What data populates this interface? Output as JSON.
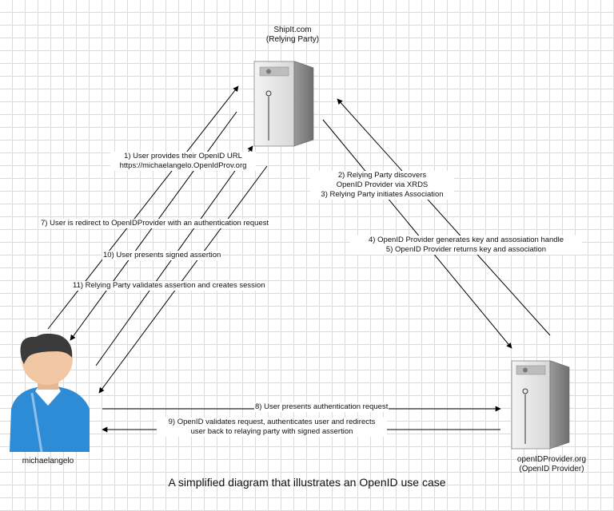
{
  "nodes": {
    "relying_party": {
      "name": "ShipIt.com",
      "role": "(Relying Party)"
    },
    "user": {
      "name": "michaelangelo"
    },
    "provider": {
      "name": "openIDProvider.org",
      "role": "(OpenID Provider)"
    }
  },
  "messages": {
    "m1": "1) User provides their OpenID URL",
    "m1b": "https://michaelangelo.OpenIdProv.org",
    "m2": "2) Relying Party discovers",
    "m2b": "OpenID Provider via XRDS",
    "m3": "3) Relying Party initiates Association",
    "m4": "4) OpenID Provider generates key and assosiation handle",
    "m5": "5) OpenID Provider returns key and association",
    "m7": "7) User is redirect to OpenIDProvider with an authentication request",
    "m8": "8) User presents authentication request",
    "m9": "9) OpenID validates request, authenticates user and redirects",
    "m9b": "user back to relaying party with signed assertion",
    "m10": "10) User presents signed assertion",
    "m11": "11) Relying Party validates assertion and creates session"
  },
  "caption": "A simplified diagram that illustrates an OpenID use case"
}
